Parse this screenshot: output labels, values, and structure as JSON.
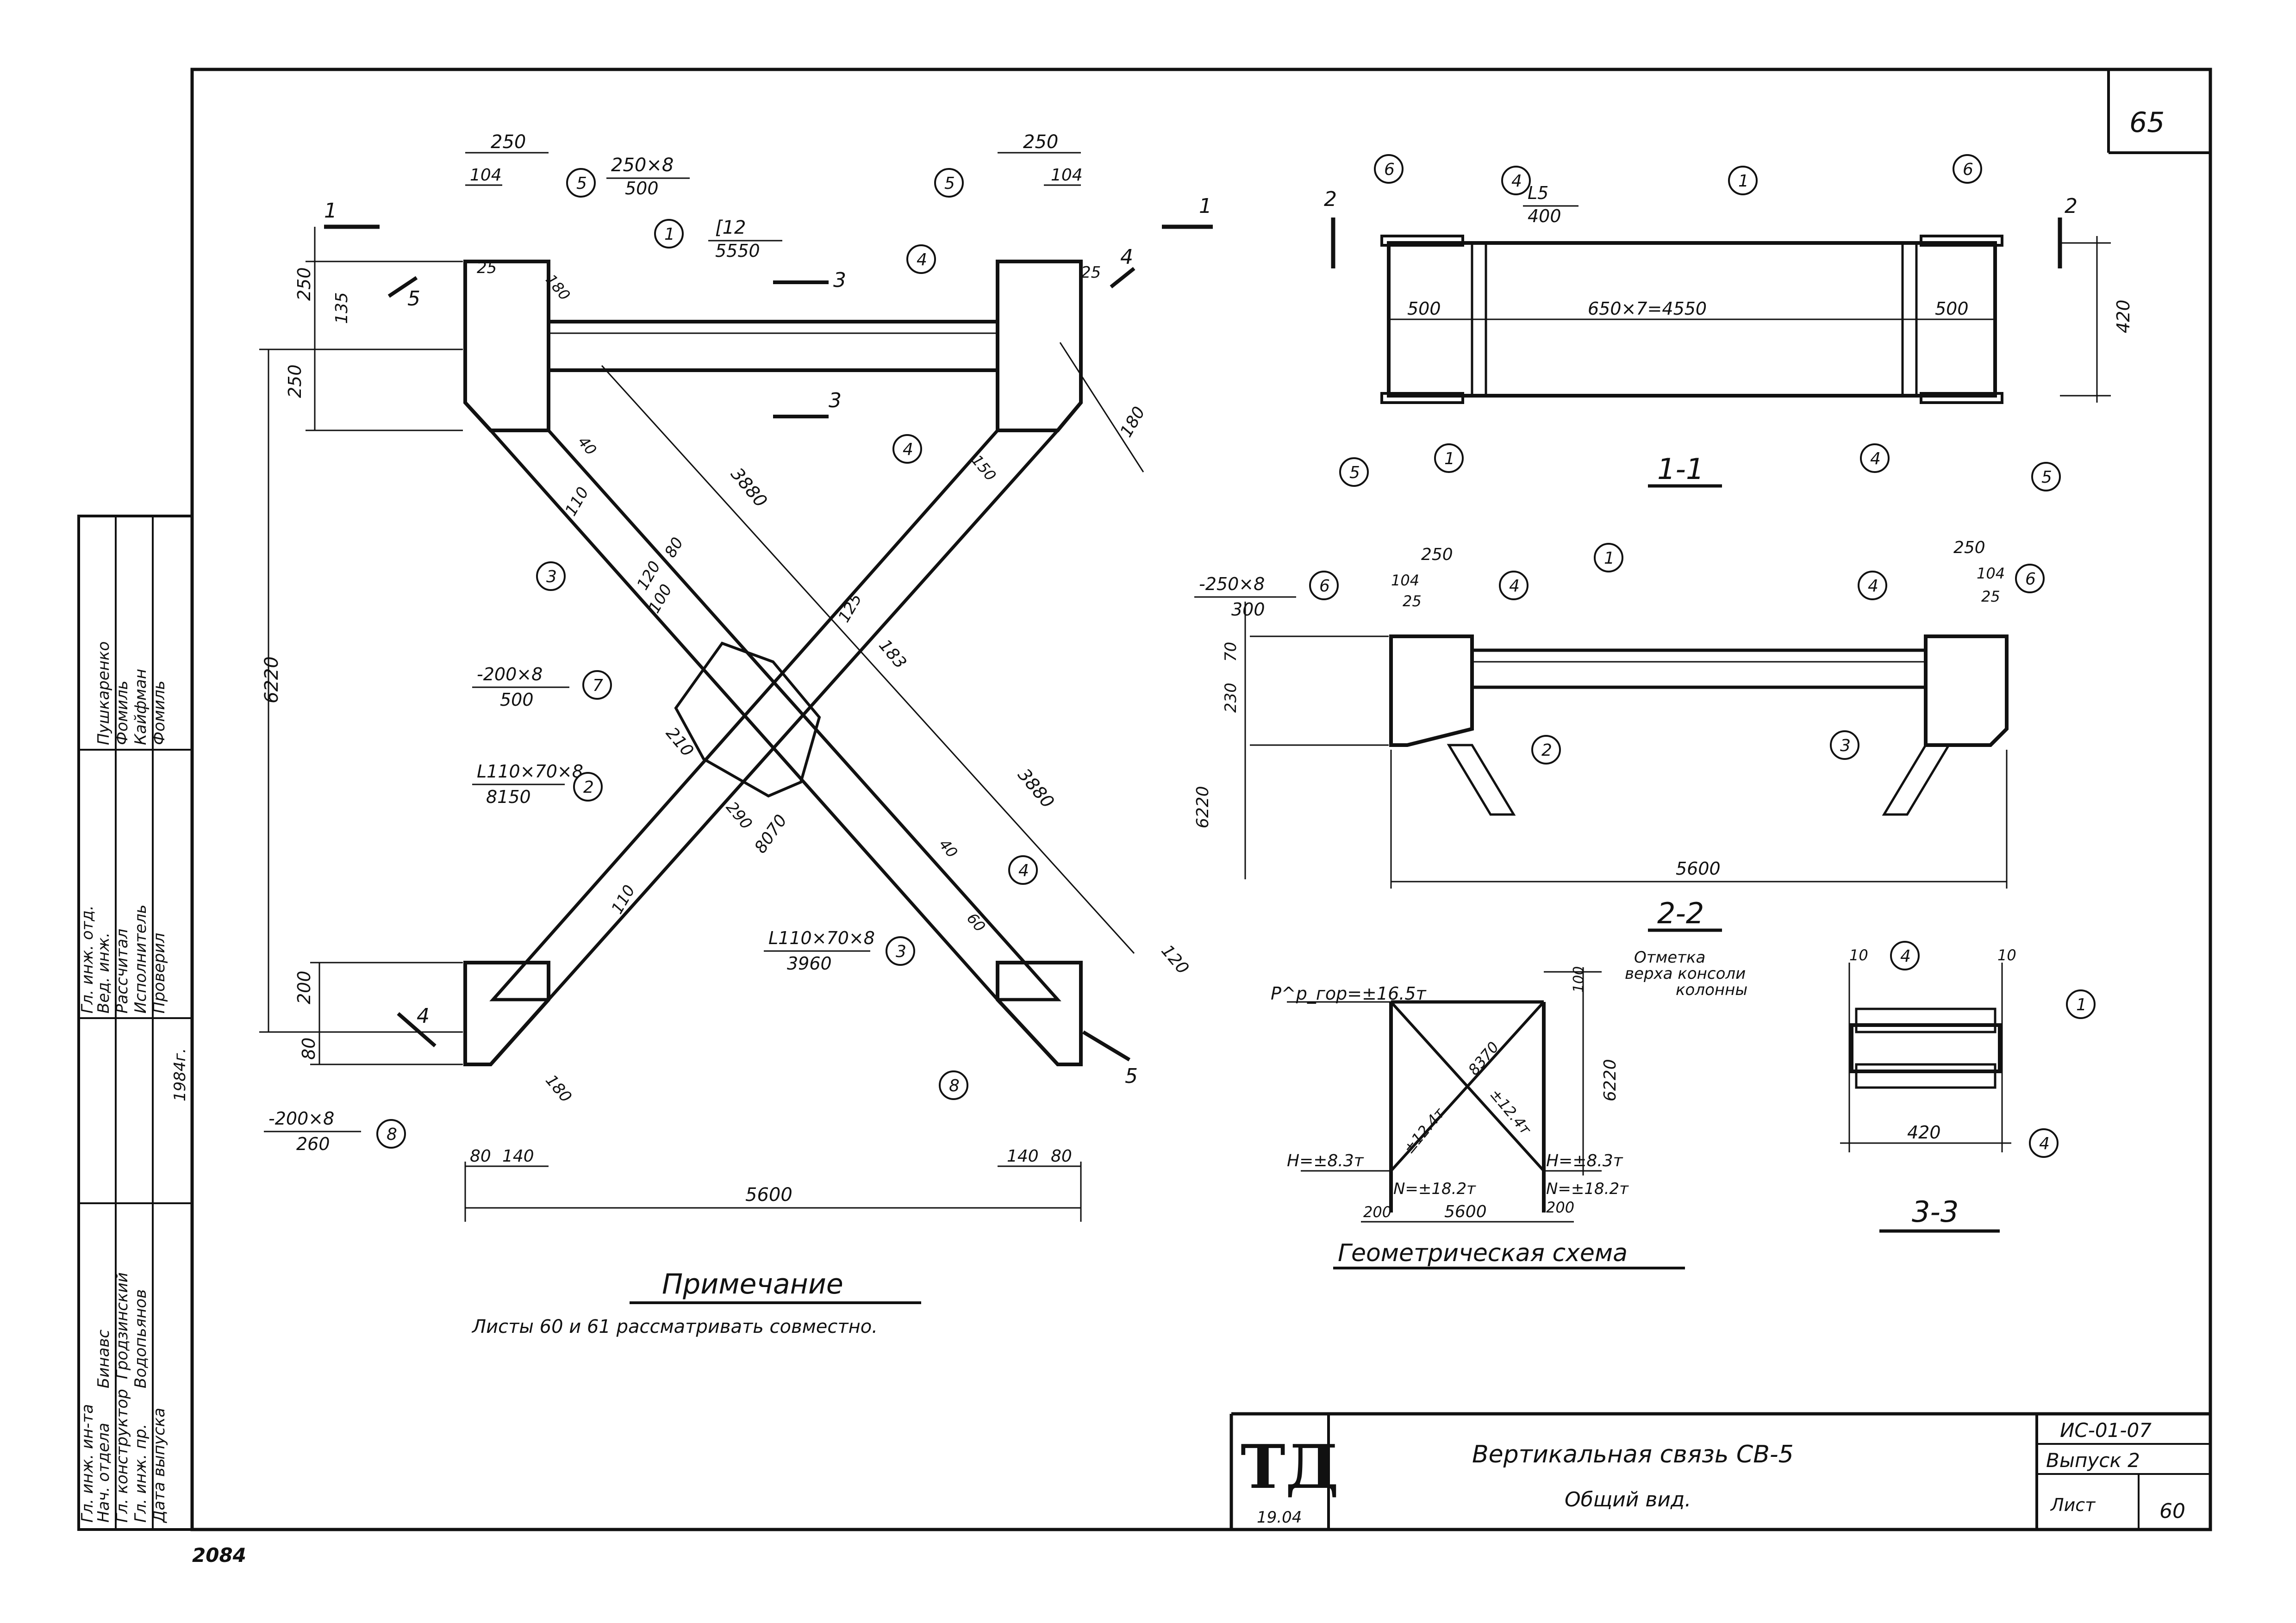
{
  "sheet": {
    "corner_number": "65",
    "bottom_left_number": "2084"
  },
  "main_view": {
    "top_left_plate": {
      "dims": "250×8",
      "length": "500",
      "w1": "250",
      "w2": "104",
      "w3": "25",
      "h1": "250",
      "h2": "135"
    },
    "top_right_plate": {
      "w1": "250",
      "w2": "104",
      "w3": "25"
    },
    "channel": {
      "profile": "[12",
      "length": "5550"
    },
    "angle_a": {
      "profile": "L110×70×8",
      "length": "8150"
    },
    "angle_b": {
      "profile": "L110×70×8",
      "length": "3960"
    },
    "center_plate": {
      "dims": "-200×8",
      "length": "500"
    },
    "bottom_left_plate": {
      "dims": "-200×8",
      "length": "260"
    },
    "dimensions": {
      "height_total": "6220",
      "width_total": "5600",
      "upper_250": "250",
      "lower_200": "200",
      "lower_80": "80",
      "diag_3880_a": "3880",
      "diag_3880_b": "3880",
      "d_180": "180",
      "d_120": "120",
      "d_110a": "110",
      "d_110b": "110",
      "d_80": "80",
      "d_100": "100",
      "d_120b": "120",
      "d_125": "125",
      "d_183": "183",
      "d_210": "210",
      "d_290": "290",
      "d_8070": "8070",
      "d_40a": "40",
      "d_40b": "40",
      "d_60": "60",
      "d_150": "150",
      "d_180b": "180",
      "d_180c": "180",
      "bl_80": "80",
      "bl_140": "140",
      "br_140": "140",
      "br_80": "80"
    },
    "callouts": [
      "1",
      "2",
      "3",
      "3",
      "4",
      "4",
      "4",
      "5",
      "5",
      "7",
      "8",
      "8"
    ],
    "section_marks": [
      "1",
      "1",
      "3",
      "3",
      "4",
      "4",
      "5",
      "5"
    ]
  },
  "section_1_1": {
    "title": "1-1",
    "angle": {
      "profile": "L5",
      "length": "400"
    },
    "dims": {
      "left": "500",
      "middle": "650×7=4550",
      "right": "500",
      "height": "420"
    },
    "callouts": [
      "1",
      "1",
      "4",
      "4",
      "5",
      "5",
      "6",
      "6"
    ],
    "marks": [
      "2",
      "2"
    ]
  },
  "section_2_2": {
    "title": "2-2",
    "plate": {
      "dims": "-250×8",
      "length": "300"
    },
    "dims": {
      "w250a": "250",
      "w104a": "104",
      "w25a": "25",
      "w250b": "250",
      "w104b": "104",
      "w25b": "25",
      "h70": "70",
      "h230": "230",
      "elev": "6220",
      "width": "5600"
    },
    "callouts": [
      "1",
      "2",
      "3",
      "4",
      "4",
      "6",
      "6"
    ]
  },
  "section_3_3": {
    "title": "3-3",
    "dims": {
      "left": "10",
      "right": "10",
      "width": "420"
    },
    "callouts": [
      "1",
      "4",
      "4"
    ]
  },
  "geometric_scheme": {
    "title": "Геометрическая схема",
    "force_top": "P^р_гор=±16.5т",
    "top_dim": "100",
    "note_line1": "Отметка",
    "note_line2": "верха консоли",
    "note_line3": "колонны",
    "diag_len": "8370",
    "diag_force_a": "±12.4т",
    "diag_force_b": "±12.4т",
    "height": "6220",
    "H_left": "H=±8.3т",
    "H_right": "H=±8.3т",
    "N_left": "N=±18.2т",
    "N_right": "N=±18.2т",
    "dim_200_left": "200",
    "dim_200_right": "200",
    "width": "5600"
  },
  "note": {
    "heading": "Примечание",
    "text": "Листы 60 и 61 рассматривать совместно."
  },
  "title_block": {
    "logo": "ТД",
    "logo_sub": "19.04",
    "title_line1": "Вертикальная связь СВ-5",
    "title_line2": "Общий вид.",
    "code": "ИС-01-07",
    "issue": "Выпуск 2",
    "sheet_label": "Лист",
    "sheet_number": "60"
  },
  "side_stamp": {
    "rows": [
      {
        "role": "Гл. инж. отд.",
        "name": "Пушкаренко"
      },
      {
        "role": "Вед. инж.",
        "name": "Фомиль"
      },
      {
        "role": "Рассчитал",
        "name": "Кайфман"
      },
      {
        "role": "Исполнитель",
        "name": "Фомиль"
      },
      {
        "role": "Проверил",
        "name": ""
      },
      {
        "role": "Нач. отдела",
        "name": "Бинавс"
      },
      {
        "role": "Гл. конструктор",
        "name": "Гродзинский"
      },
      {
        "role": "Гл. инж. пр.",
        "name": "Водопьянов"
      },
      {
        "role": "Дата выпуска",
        "name": "1984г."
      }
    ],
    "header": "Гл. инж. ин-та"
  }
}
